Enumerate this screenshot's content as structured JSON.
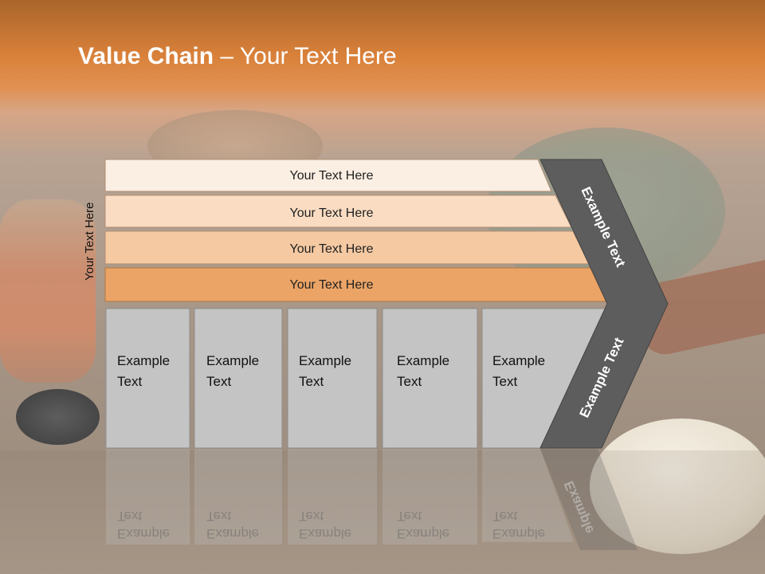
{
  "title": {
    "bold": "Value Chain",
    "rest": " – Your Text Here"
  },
  "side_label": "Your Text Here",
  "bars": [
    {
      "label": "Your Text Here",
      "color": "#fbeee2"
    },
    {
      "label": "Your Text Here",
      "color": "#f9dcc2"
    },
    {
      "label": "Your Text Here",
      "color": "#f5c9a2"
    },
    {
      "label": "Your Text Here",
      "color": "#eba466"
    }
  ],
  "columns": [
    {
      "line1": "Example",
      "line2": "Text"
    },
    {
      "line1": "Example",
      "line2": "Text"
    },
    {
      "line1": "Example",
      "line2": "Text"
    },
    {
      "line1": "Example",
      "line2": "Text"
    },
    {
      "line1": "Example",
      "line2": "Text"
    }
  ],
  "chevron": {
    "upper": "Example Text",
    "lower": "Example Text",
    "color": "#5d5d5d"
  },
  "reflection": {
    "word1": "Example",
    "word2": "Text",
    "chevron_word": "Example"
  },
  "colors": {
    "column_fill": "#c4c4c4",
    "accent": "#e08a3c"
  }
}
